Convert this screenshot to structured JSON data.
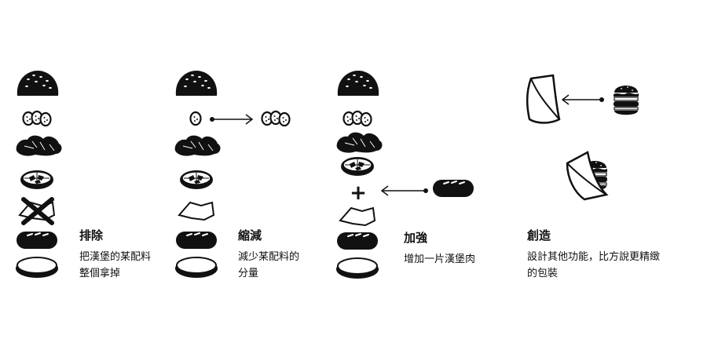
{
  "palette": {
    "ink": "#111111",
    "paper": "#ffffff"
  },
  "sections": [
    {
      "id": "remove",
      "title": "排除",
      "body": "把漢堡的某配料\n整個拿掉"
    },
    {
      "id": "reduce",
      "title": "縮減",
      "body": "減少某配料的\n分量"
    },
    {
      "id": "enhance",
      "title": "加強",
      "body": "增加一片漢堡肉"
    },
    {
      "id": "create",
      "title": "創造",
      "body": "設計其他功能，比方說更精緻\n的包裝"
    }
  ],
  "symbols": {
    "plus": "+"
  },
  "icons": [
    "bun-top-icon",
    "cucumber-icon",
    "lettuce-icon",
    "tomato-icon",
    "cheese-icon",
    "patty-icon",
    "bun-bottom-icon",
    "cross-out-icon",
    "arrow-icon",
    "wrapper-icon",
    "burger-icon"
  ]
}
